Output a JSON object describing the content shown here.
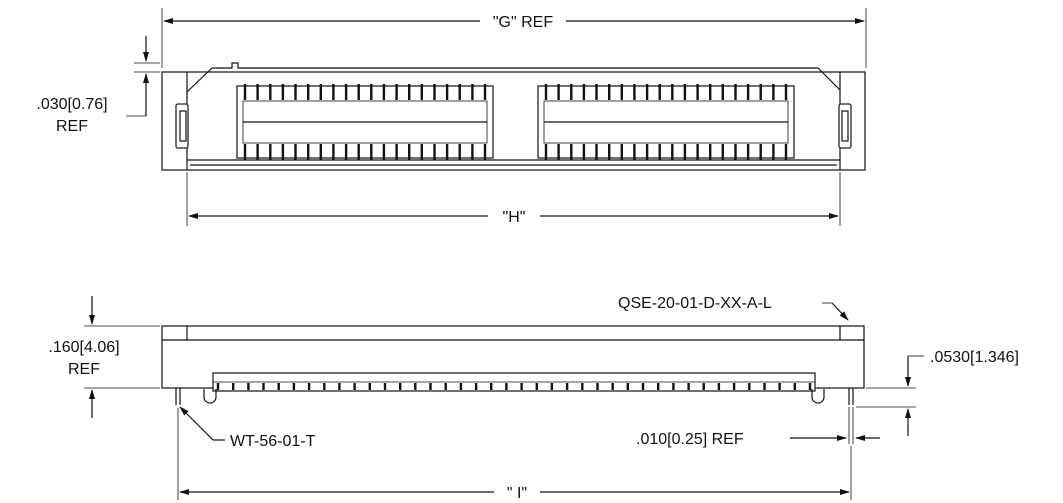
{
  "drawing": {
    "dims": {
      "g_ref": "\"G\" REF",
      "h": "\"H\"",
      "i": "\" I\"",
      "top_offset_line1": ".030[0.76]",
      "top_offset_line2": "REF",
      "height_line1": ".160[4.06]",
      "height_line2": "REF",
      "pin_standoff": ".0530[1.346]",
      "pin_thickness": ".010[0.25]  REF"
    },
    "callouts": {
      "connector_part": "QSE-20-01-D-XX-A-L",
      "bracket_part": "WT-56-01-T"
    }
  }
}
